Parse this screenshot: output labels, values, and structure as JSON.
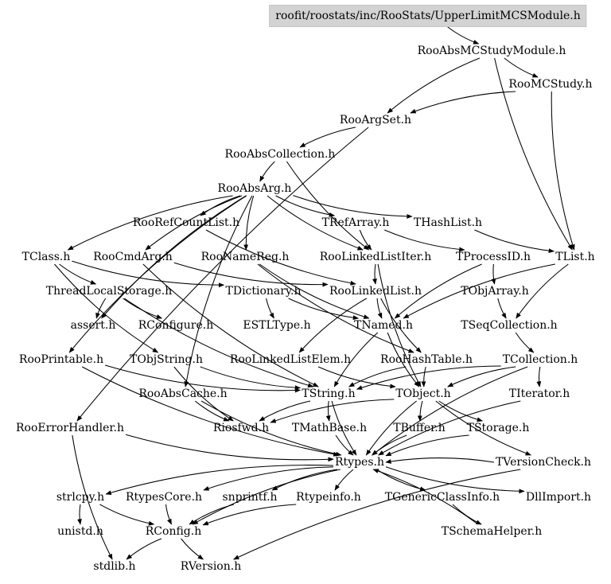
{
  "root": "roofit/roostats/inc/RooStats/UpperLimitMCSModule.h",
  "nodes": {
    "abs_mc_study_module": "RooAbsMCStudyModule.h",
    "mc_study": "RooMCStudy.h",
    "arg_set": "RooArgSet.h",
    "abs_collection": "RooAbsCollection.h",
    "abs_arg": "RooAbsArg.h",
    "ref_count_list": "RooRefCountList.h",
    "tref_array": "TRefArray.h",
    "thash_list": "THashList.h",
    "tclass": "TClass.h",
    "cmd_arg": "RooCmdArg.h",
    "name_reg": "RooNameReg.h",
    "linked_list_iter": "RooLinkedListIter.h",
    "tprocess_id": "TProcessID.h",
    "tlist": "TList.h",
    "thread_local_storage": "ThreadLocalStorage.h",
    "tdictionary": "TDictionary.h",
    "linked_list": "RooLinkedList.h",
    "tobj_array": "TObjArray.h",
    "assert": "assert.h",
    "rconfigure": "RConfigure.h",
    "estl_type": "ESTLType.h",
    "tnamed": "TNamed.h",
    "tseq_collection": "TSeqCollection.h",
    "printable": "RooPrintable.h",
    "tobj_string": "TObjString.h",
    "linked_list_elem": "RooLinkedListElem.h",
    "hash_table": "RooHashTable.h",
    "tcollection": "TCollection.h",
    "abs_cache": "RooAbsCache.h",
    "tstring": "TString.h",
    "tobject": "TObject.h",
    "titerator": "TIterator.h",
    "error_handler": "RooErrorHandler.h",
    "riosfwd": "Riosfwd.h",
    "tmath_base": "TMathBase.h",
    "tbuffer": "TBuffer.h",
    "tstorage": "TStorage.h",
    "rtypes": "Rtypes.h",
    "tversion_check": "TVersionCheck.h",
    "strlcpy": "strlcpy.h",
    "rtypes_core": "RtypesCore.h",
    "snprintf": "snprintf.h",
    "rtypeinfo": "Rtypeinfo.h",
    "tgeneric_class_info": "TGenericClassInfo.h",
    "dll_import": "DllImport.h",
    "unistd": "unistd.h",
    "rconfig": "RConfig.h",
    "tschema_helper": "TSchemaHelper.h",
    "stdlib": "stdlib.h",
    "rversion": "RVersion.h"
  },
  "colors": {
    "root_fill": "#d3d3d3",
    "edge": "#000000",
    "background": "#ffffff"
  }
}
